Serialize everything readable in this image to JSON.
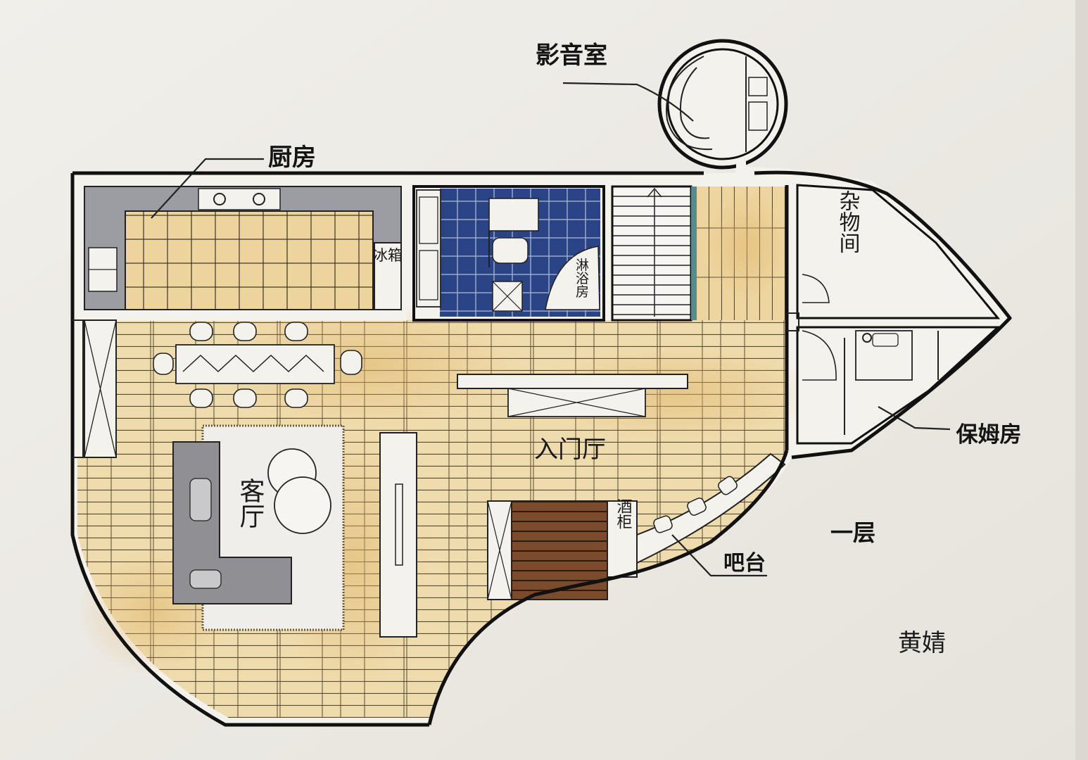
{
  "plan": {
    "floor_label": "一层",
    "signature": "黄婧",
    "rooms": {
      "kitchen": "厨房",
      "fridge": "冰箱",
      "shower": "淋浴房",
      "theater": "影音室",
      "storage": "杂物间",
      "nanny_room": "保姆房",
      "entry_hall": "入门厅",
      "living_room": "客厅",
      "wine_cabinet": "酒柜",
      "bar": "吧台"
    }
  },
  "colors": {
    "paper": "#f2f0eb",
    "wood_floor": "#eed9a9",
    "wood_stain": "#e2bd78",
    "bathroom_tile": "#28407e",
    "counter_gray": "#9a9aa0",
    "sofa_gray": "#8d8d92",
    "wine_cabinet_brown": "#7a4a2c",
    "wall": "#111111"
  }
}
